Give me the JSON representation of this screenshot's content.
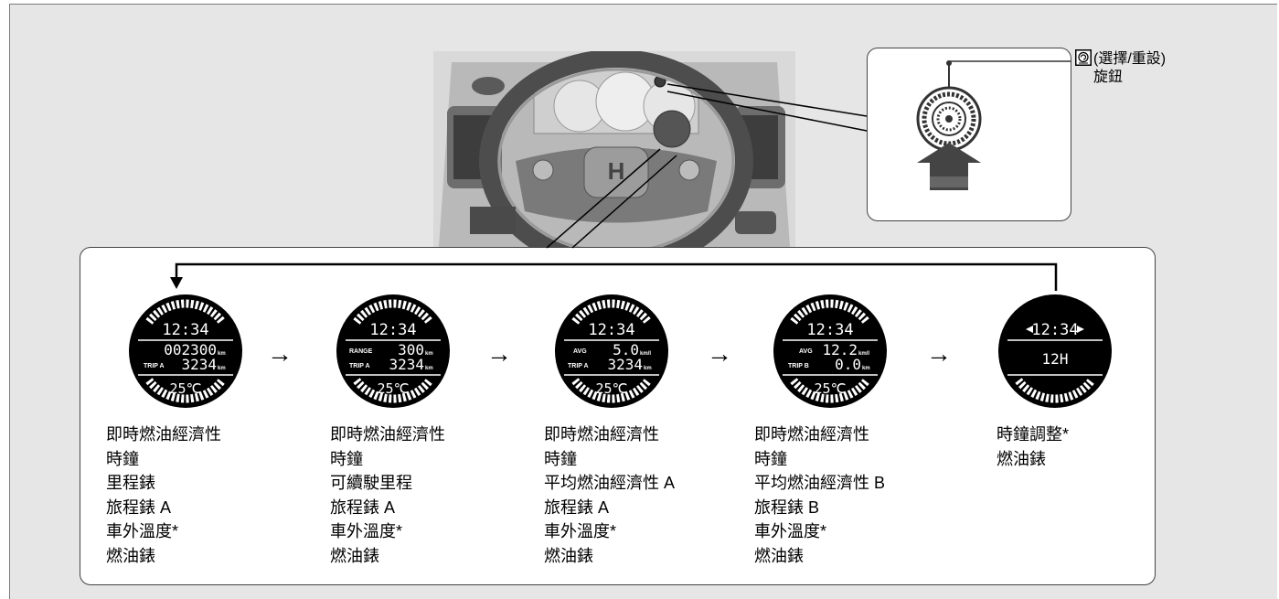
{
  "knob_callout": {
    "line1": "(選擇/重設)",
    "line2": "旋鈕",
    "icon": "select-reset-knob-icon"
  },
  "arrow_glyph": "→",
  "displays": [
    {
      "clock": "12:34",
      "rows": [
        {
          "label": "",
          "value": "002300",
          "unit": "km"
        },
        {
          "label": "TRIP A",
          "value": "3234",
          "unit": "km"
        }
      ],
      "temp": "25℃",
      "items": [
        "即時燃油經濟性",
        "時鐘",
        "里程錶",
        "旅程錶 A",
        "車外溫度*",
        "燃油錶"
      ]
    },
    {
      "clock": "12:34",
      "rows": [
        {
          "label": "RANGE",
          "value": "300",
          "unit": "km"
        },
        {
          "label": "TRIP A",
          "value": "3234",
          "unit": "km"
        }
      ],
      "temp": "25℃",
      "items": [
        "即時燃油經濟性",
        "時鐘",
        "可續駛里程",
        "旅程錶 A",
        "車外溫度*",
        "燃油錶"
      ]
    },
    {
      "clock": "12:34",
      "rows": [
        {
          "label": "AVG",
          "value": "5.0",
          "unit": "km/l"
        },
        {
          "label": "TRIP A",
          "value": "3234",
          "unit": "km"
        }
      ],
      "temp": "25℃",
      "items": [
        "即時燃油經濟性",
        "時鐘",
        "平均燃油經濟性 A",
        "旅程錶 A",
        "車外溫度*",
        "燃油錶"
      ]
    },
    {
      "clock": "12:34",
      "rows": [
        {
          "label": "AVG",
          "value": "12.2",
          "unit": "km/l"
        },
        {
          "label": "TRIP B",
          "value": "0.0",
          "unit": "km"
        }
      ],
      "temp": "25℃",
      "items": [
        "即時燃油經濟性",
        "時鐘",
        "平均燃油經濟性 B",
        "旅程錶 B",
        "車外溫度*",
        "燃油錶"
      ]
    },
    {
      "clock": "12:34",
      "center": "12H",
      "items": [
        "時鐘調整*",
        "燃油錶"
      ]
    }
  ]
}
